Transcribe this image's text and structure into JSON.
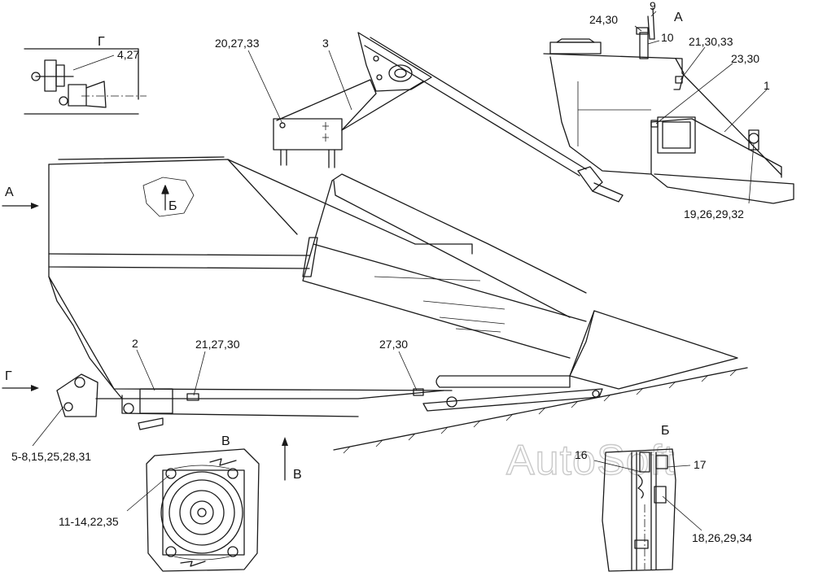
{
  "labels": {
    "part_1": "1",
    "part_2": "2",
    "part_3": "3",
    "part_9": "9",
    "part_10": "10",
    "part_16": "16",
    "part_17": "17",
    "callout_4_27": "4,27",
    "callout_20_27_33": "20,27,33",
    "callout_24_30": "24,30",
    "callout_21_30_33": "21,30,33",
    "callout_23_30": "23,30",
    "callout_19_26_29_32": "19,26,29,32",
    "callout_21_27_30": "21,27,30",
    "callout_27_30": "27,30",
    "callout_5_8_15_25_28_31": "5-8,15,25,28,31",
    "callout_11_14_22_35": "11-14,22,35",
    "callout_18_26_29_34": "18,26,29,34"
  },
  "views": {
    "view_a_title": "А",
    "view_a_arrow": "А",
    "view_b_title": "Б",
    "view_b_marker": "Б",
    "view_v_title": "В",
    "view_v_arrow": "В",
    "view_g_title": "Г",
    "view_g_arrow": "Г"
  },
  "watermark": "AutoSoft",
  "colors": {
    "ink": "#1a1a1a",
    "background": "#ffffff",
    "watermark": "#c9c9c9"
  }
}
